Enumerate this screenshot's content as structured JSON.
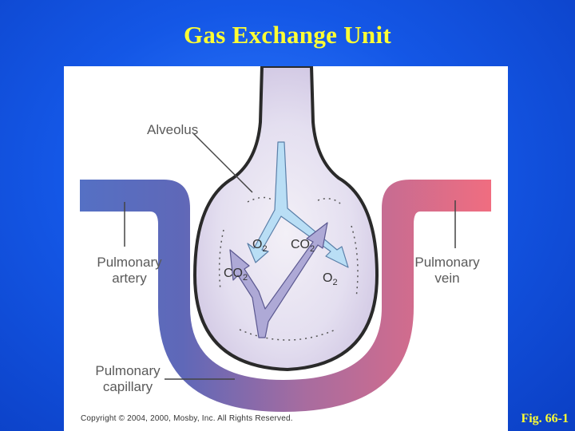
{
  "slide": {
    "title": "Gas Exchange Unit",
    "fig_number": "Fig. 66-1"
  },
  "diagram": {
    "labels": {
      "alveolus": "Alveolus",
      "pulmonary_artery": "Pulmonary\nartery",
      "pulmonary_vein": "Pulmonary\nvein",
      "pulmonary_capillary": "Pulmonary\ncapillary"
    },
    "gases": {
      "o2": "O",
      "co2": "CO",
      "subscript": "2"
    },
    "copyright": "Copyright © 2004, 2000, Mosby, Inc. All Rights Reserved.",
    "colors": {
      "artery_blue": "#5570c4",
      "vein_red": "#f06d80",
      "alveolus_fill": "#d6cde6",
      "o2_arrow": "#b9def5",
      "co2_arrow": "#aea9d6"
    }
  }
}
